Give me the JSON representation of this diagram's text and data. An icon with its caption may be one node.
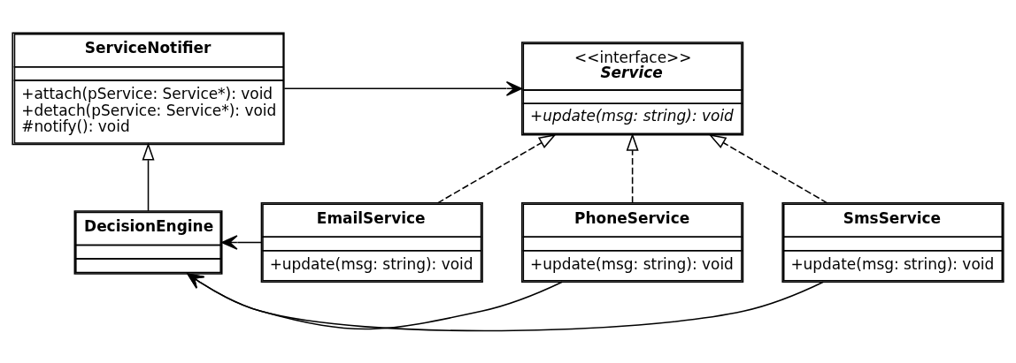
{
  "diagram": {
    "nodes": [
      {
        "text": [
          "ServiceNotifier",
          "+attach(pService: Service*): void",
          "+detach(pService: Service*): void",
          "#notify(): void"
        ]
      },
      {
        "text": [
          "<<interface>>",
          "Service",
          "+update(msg: string): void"
        ]
      },
      {
        "text": [
          "EmailService",
          "+update(msg: string): void"
        ]
      },
      {
        "text": [
          "PhoneService",
          "+update(msg: string): void"
        ]
      },
      {
        "text": [
          "SmsService",
          "+update(msg: string): void"
        ]
      },
      {
        "text": [
          "DecisionEngine"
        ]
      }
    ],
    "edges": [
      {
        "from": 0,
        "to": 1,
        "arrow": "to"
      },
      {
        "from": 5,
        "to": 0,
        "arrow": "to"
      },
      {
        "from": 2,
        "to": 1,
        "arrow": "to",
        "style": "dashed"
      },
      {
        "from": 3,
        "to": 1,
        "arrow": "to",
        "style": "dashed"
      },
      {
        "from": 4,
        "to": 1,
        "arrow": "to",
        "style": "dashed"
      },
      {
        "from": 2,
        "to": 5,
        "arrow": "to"
      },
      {
        "from": 3,
        "to": 5,
        "arrow": "to"
      },
      {
        "from": 4,
        "to": 5,
        "arrow": "to"
      }
    ]
  }
}
